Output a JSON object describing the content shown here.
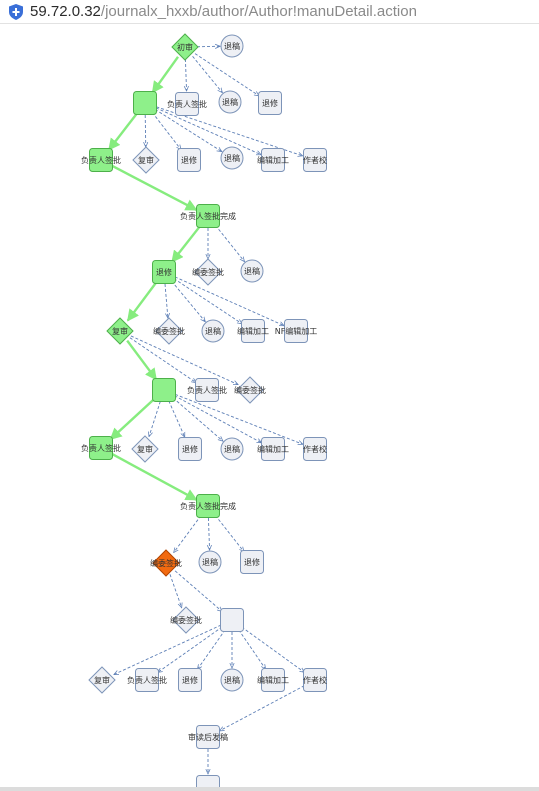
{
  "browser": {
    "url_host": "59.72.0.32",
    "url_path": "/journalx_hxxb/author/Author!manuDetail.action"
  },
  "colors": {
    "active_fill": "#8ef08a",
    "active_stroke": "#4db04a",
    "current_fill": "#f26a10",
    "current_stroke": "#b24300",
    "idle_fill": "#eef0f5",
    "idle_stroke": "#7d94b8",
    "edge_active": "#86ec7e",
    "edge_idle": "#5d7fb6"
  },
  "workflow": {
    "nodes": [
      {
        "id": "n1",
        "label": "初审",
        "shape": "diamond",
        "state": "active"
      },
      {
        "id": "n2",
        "label": "退稿",
        "shape": "circle",
        "state": "idle"
      },
      {
        "id": "n3",
        "label": "",
        "shape": "rect",
        "state": "active"
      },
      {
        "id": "n4",
        "label": "负责人签批",
        "shape": "rect",
        "state": "idle"
      },
      {
        "id": "n5",
        "label": "退稿",
        "shape": "circle",
        "state": "idle"
      },
      {
        "id": "n6",
        "label": "退修",
        "shape": "rect",
        "state": "idle"
      },
      {
        "id": "n7",
        "label": "负责人签批",
        "shape": "rect",
        "state": "active"
      },
      {
        "id": "n8",
        "label": "复审",
        "shape": "diamond",
        "state": "idle"
      },
      {
        "id": "n9",
        "label": "退修",
        "shape": "rect",
        "state": "idle"
      },
      {
        "id": "n10",
        "label": "退稿",
        "shape": "circle",
        "state": "idle"
      },
      {
        "id": "n11",
        "label": "编辑加工",
        "shape": "rect",
        "state": "idle"
      },
      {
        "id": "n12",
        "label": "作者校",
        "shape": "rect",
        "state": "idle"
      },
      {
        "id": "n13",
        "label": "负责人签批完成",
        "shape": "rect",
        "state": "active"
      },
      {
        "id": "n14",
        "label": "退修",
        "shape": "rect",
        "state": "active"
      },
      {
        "id": "n15",
        "label": "编委签批",
        "shape": "diamond",
        "state": "idle"
      },
      {
        "id": "n16",
        "label": "退稿",
        "shape": "circle",
        "state": "idle"
      },
      {
        "id": "n17",
        "label": "复审",
        "shape": "diamond",
        "state": "active"
      },
      {
        "id": "n18",
        "label": "编委签批",
        "shape": "diamond",
        "state": "idle"
      },
      {
        "id": "n19",
        "label": "退稿",
        "shape": "circle",
        "state": "idle"
      },
      {
        "id": "n20",
        "label": "编辑加工",
        "shape": "rect",
        "state": "idle"
      },
      {
        "id": "n21",
        "label": "NF编辑加工",
        "shape": "rect",
        "state": "idle"
      },
      {
        "id": "n22",
        "label": "",
        "shape": "rect",
        "state": "active"
      },
      {
        "id": "n23",
        "label": "负责人签批",
        "shape": "rect",
        "state": "idle"
      },
      {
        "id": "n24",
        "label": "编委签批",
        "shape": "diamond",
        "state": "idle"
      },
      {
        "id": "n25",
        "label": "负责人签批",
        "shape": "rect",
        "state": "active"
      },
      {
        "id": "n26",
        "label": "复审",
        "shape": "diamond",
        "state": "idle"
      },
      {
        "id": "n27",
        "label": "退修",
        "shape": "rect",
        "state": "idle"
      },
      {
        "id": "n28",
        "label": "退稿",
        "shape": "circle",
        "state": "idle"
      },
      {
        "id": "n29",
        "label": "编辑加工",
        "shape": "rect",
        "state": "idle"
      },
      {
        "id": "n30",
        "label": "作者校",
        "shape": "rect",
        "state": "idle"
      },
      {
        "id": "n31",
        "label": "负责人签批完成",
        "shape": "rect",
        "state": "active"
      },
      {
        "id": "n32",
        "label": "编委签批",
        "shape": "diamond",
        "state": "current"
      },
      {
        "id": "n33",
        "label": "退稿",
        "shape": "circle",
        "state": "idle"
      },
      {
        "id": "n34",
        "label": "退修",
        "shape": "rect",
        "state": "idle"
      },
      {
        "id": "n35",
        "label": "编委签批",
        "shape": "diamond",
        "state": "idle"
      },
      {
        "id": "n36",
        "label": "",
        "shape": "rect",
        "state": "idle"
      },
      {
        "id": "n37",
        "label": "复审",
        "shape": "diamond",
        "state": "idle"
      },
      {
        "id": "n38",
        "label": "负责人签批",
        "shape": "rect",
        "state": "idle"
      },
      {
        "id": "n39",
        "label": "退修",
        "shape": "rect",
        "state": "idle"
      },
      {
        "id": "n40",
        "label": "退稿",
        "shape": "circle",
        "state": "idle"
      },
      {
        "id": "n41",
        "label": "编辑加工",
        "shape": "rect",
        "state": "idle"
      },
      {
        "id": "n42",
        "label": "作者校",
        "shape": "rect",
        "state": "idle"
      },
      {
        "id": "n43",
        "label": "审读后发稿",
        "shape": "rect",
        "state": "idle"
      },
      {
        "id": "n44",
        "label": "",
        "shape": "rect",
        "state": "idle"
      }
    ],
    "edges": [
      {
        "from": "n1",
        "to": "n2",
        "active": false
      },
      {
        "from": "n1",
        "to": "n3",
        "active": true
      },
      {
        "from": "n1",
        "to": "n4",
        "active": false
      },
      {
        "from": "n1",
        "to": "n5",
        "active": false
      },
      {
        "from": "n1",
        "to": "n6",
        "active": false
      },
      {
        "from": "n3",
        "to": "n7",
        "active": true
      },
      {
        "from": "n3",
        "to": "n8",
        "active": false
      },
      {
        "from": "n3",
        "to": "n9",
        "active": false
      },
      {
        "from": "n3",
        "to": "n10",
        "active": false
      },
      {
        "from": "n3",
        "to": "n11",
        "active": false
      },
      {
        "from": "n3",
        "to": "n12",
        "active": false
      },
      {
        "from": "n7",
        "to": "n13",
        "active": true
      },
      {
        "from": "n13",
        "to": "n14",
        "active": true
      },
      {
        "from": "n13",
        "to": "n15",
        "active": false
      },
      {
        "from": "n13",
        "to": "n16",
        "active": false
      },
      {
        "from": "n14",
        "to": "n17",
        "active": true
      },
      {
        "from": "n14",
        "to": "n18",
        "active": false
      },
      {
        "from": "n14",
        "to": "n19",
        "active": false
      },
      {
        "from": "n14",
        "to": "n20",
        "active": false
      },
      {
        "from": "n14",
        "to": "n21",
        "active": false
      },
      {
        "from": "n17",
        "to": "n22",
        "active": true
      },
      {
        "from": "n17",
        "to": "n23",
        "active": false
      },
      {
        "from": "n17",
        "to": "n24",
        "active": false
      },
      {
        "from": "n22",
        "to": "n25",
        "active": true
      },
      {
        "from": "n22",
        "to": "n26",
        "active": false
      },
      {
        "from": "n22",
        "to": "n27",
        "active": false
      },
      {
        "from": "n22",
        "to": "n28",
        "active": false
      },
      {
        "from": "n22",
        "to": "n29",
        "active": false
      },
      {
        "from": "n22",
        "to": "n30",
        "active": false
      },
      {
        "from": "n25",
        "to": "n31",
        "active": true
      },
      {
        "from": "n31",
        "to": "n32",
        "active": false
      },
      {
        "from": "n31",
        "to": "n33",
        "active": false
      },
      {
        "from": "n31",
        "to": "n34",
        "active": false
      },
      {
        "from": "n32",
        "to": "n35",
        "active": false
      },
      {
        "from": "n32",
        "to": "n36",
        "active": false
      },
      {
        "from": "n36",
        "to": "n37",
        "active": false
      },
      {
        "from": "n36",
        "to": "n38",
        "active": false
      },
      {
        "from": "n36",
        "to": "n39",
        "active": false
      },
      {
        "from": "n36",
        "to": "n40",
        "active": false
      },
      {
        "from": "n36",
        "to": "n41",
        "active": false
      },
      {
        "from": "n36",
        "to": "n42",
        "active": false
      },
      {
        "from": "n42",
        "to": "n43",
        "active": false
      },
      {
        "from": "n43",
        "to": "n44",
        "active": false
      }
    ]
  }
}
